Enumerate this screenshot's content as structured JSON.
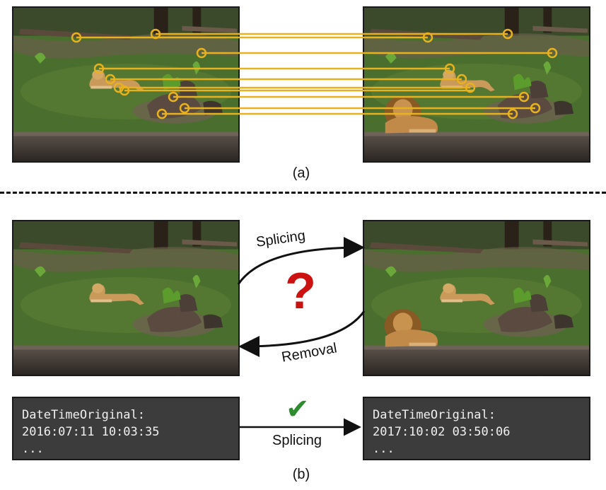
{
  "panel_a": {
    "caption": "(a)"
  },
  "panel_b": {
    "caption": "(b)",
    "splicing_label": "Splicing",
    "removal_label": "Removal",
    "question_mark": "?",
    "check_mark": "✔",
    "bottom_splicing_label": "Splicing"
  },
  "metadata_left": {
    "key": "DateTimeOriginal:",
    "value": "2016:07:11 10:03:35",
    "ellipsis": "..."
  },
  "metadata_right": {
    "key": "DateTimeOriginal:",
    "value": "2017:10:02 03:50:06",
    "ellipsis": "..."
  },
  "colors": {
    "match_line": "#e8b21e",
    "question": "#cc1111",
    "check": "#2e8b2e",
    "metadata_bg": "#3c3c3c"
  }
}
